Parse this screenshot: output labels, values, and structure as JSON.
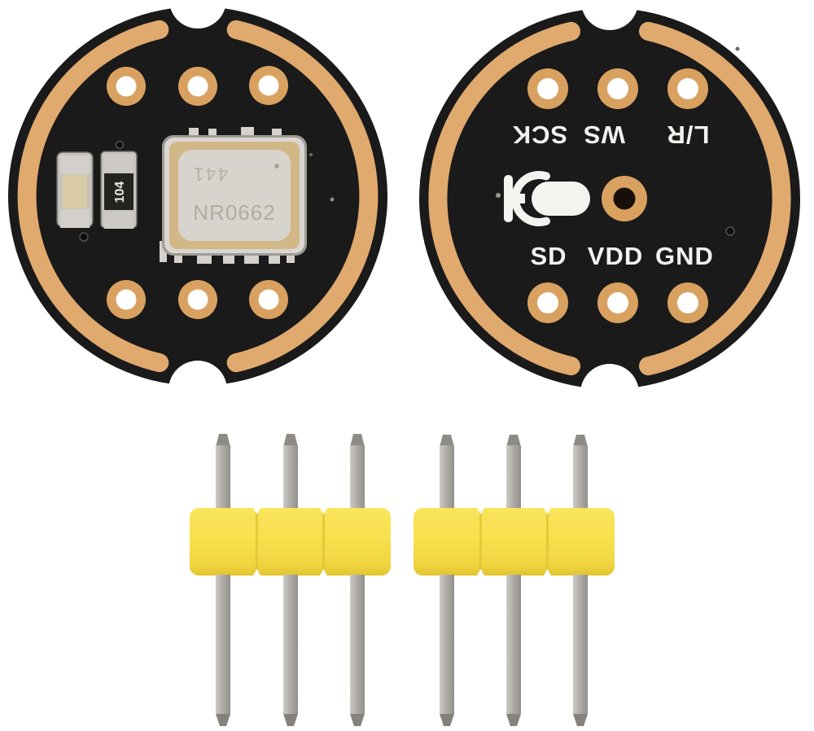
{
  "front_board": {
    "chip_marking_line1": "441",
    "chip_marking_line2": "NR0662",
    "capacitor_marking": "104"
  },
  "back_board": {
    "top_labels": [
      "SCK",
      "WS",
      "L/R"
    ],
    "bottom_labels": [
      "SD",
      "VDD",
      "GND"
    ]
  },
  "colors": {
    "background": "#FFFFFF",
    "pcb_black": "#1A1A1A",
    "gold_arc": "#E0A96E",
    "hole_gold": "#D9A160",
    "hole_center": "#FFFFFF",
    "silkscreen_white": "#F2F1ED",
    "chip_plate_silver": "#D7D4CE",
    "chip_rim_gold": "#D2B886",
    "header_yellow": "#F7E14E",
    "pin_silver": "#B3B0AB"
  }
}
